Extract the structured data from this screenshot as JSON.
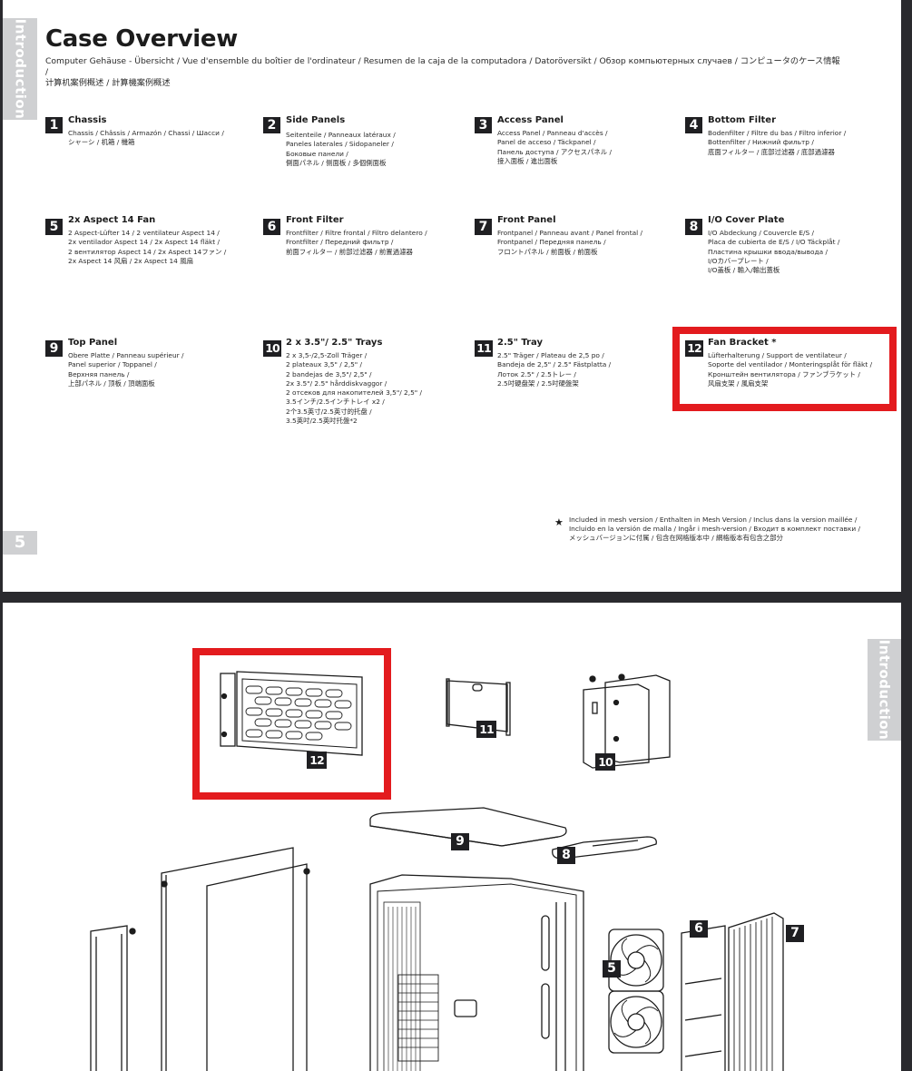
{
  "viewer": {
    "background_color": "#2a2a2e",
    "highlight_color": "#e31b1e"
  },
  "page5": {
    "side_tab": "Introduction",
    "page_number": "5",
    "title": "Case Overview",
    "subtitle_lines": [
      "Computer Gehäuse - Übersicht / Vue d'ensemble du boîtier de l'ordinateur / Resumen de la caja de la computadora / Datoröversikt / Обзор компьютерных случаев / コンピュータのケース情報 /",
      "计算机案例概述 / 計算機案例概述"
    ],
    "parts": [
      {
        "number": "1",
        "name": "Chassis",
        "translations": [
          "Chassis / Châssis / Armazón / Chassi / Шасси /",
          "シャーシ / 机箱 / 機箱"
        ]
      },
      {
        "number": "2",
        "name": "Side Panels",
        "translations": [
          "Seitenteile / Panneaux latéraux /",
          "Paneles laterales / Sidopaneler /",
          "Боковые панели /",
          "側面パネル / 侧面板 / 多個側面板"
        ]
      },
      {
        "number": "3",
        "name": "Access Panel",
        "translations": [
          "Access Panel / Panneau d'accès /",
          "Panel de acceso / Täckpanel /",
          "Панель доступа / アクセスパネル /",
          "接入面板 / 進出面板"
        ]
      },
      {
        "number": "4",
        "name": "Bottom Filter",
        "translations": [
          "Bodenfilter / Filtre du bas / Filtro inferior /",
          "Bottenfilter / Нижний фильтр /",
          "底面フィルター / 底部过滤器 / 底部過濾器"
        ]
      },
      {
        "number": "5",
        "name": "2x Aspect 14 Fan",
        "translations": [
          "2 Aspect-Lüfter 14 / 2 ventilateur Aspect 14 /",
          "2x ventilador Aspect 14 / 2x Aspect 14 fläkt /",
          "2 вентилятор Aspect 14 / 2x Aspect 14ファン /",
          "2x Aspect 14 风扇 / 2x Aspect 14 風扇"
        ]
      },
      {
        "number": "6",
        "name": "Front Filter",
        "translations": [
          "Frontfilter / Filtre frontal / Filtro delantero /",
          "Frontfilter / Передний фильтр /",
          "前面フィルター / 前部过滤器 / 前置過濾器"
        ]
      },
      {
        "number": "7",
        "name": "Front Panel",
        "translations": [
          "Frontpanel / Panneau avant / Panel frontal /",
          "Frontpanel / Передняя панель /",
          "フロントパネル / 前面板 / 前面板"
        ]
      },
      {
        "number": "8",
        "name": "I/O Cover Plate",
        "translations": [
          "I/O Abdeckung / Couvercle E/S /",
          "Placa de cubierta de E/S / I/O Täckplåt /",
          "Пластина крышки ввода/вывода /",
          "I/Oカバープレート /",
          "I/O盖板 / 輸入/輸出蓋板"
        ]
      },
      {
        "number": "9",
        "name": "Top Panel",
        "translations": [
          "Obere Platte / Panneau supérieur /",
          "Panel superior / Toppanel /",
          "Верхняя панель /",
          "上部パネル / 顶板 / 頂端面板"
        ]
      },
      {
        "number": "10",
        "name": "2 x 3.5\"/ 2.5\" Trays",
        "translations": [
          "2 x 3,5-/2,5-Zoll Träger /",
          "2 plateaux 3,5\" / 2,5\" /",
          "2 bandejas de 3,5\"/ 2,5\" /",
          "2x 3.5\"/ 2.5\" hårddiskvaggor /",
          "2 отсеков для накопителей 3,5\"/ 2,5\" /",
          "3.5インチ/2.5インチトレイ x2 /",
          "2个3.5英寸/2.5英寸的托盘 /",
          "3.5英吋/2.5英吋托盤*2"
        ]
      },
      {
        "number": "11",
        "name": "2.5\" Tray",
        "translations": [
          "2.5\" Träger / Plateau de 2,5 po /",
          "Bandeja de 2,5\" / 2.5\" Fästplatta /",
          "Лоток 2.5\" / 2.5トレー /",
          "2.5吋硬盘架 / 2.5吋硬盤架"
        ]
      },
      {
        "number": "12",
        "name": "Fan Bracket *",
        "translations": [
          "Lüfterhalterung / Support de ventilateur /",
          "Soporte del ventilador / Monteringsplåt för fläkt /",
          "Кронштейн вентилятора / ファンブラケット /",
          "风扇支架 / 風扇支架"
        ],
        "highlighted": true
      }
    ],
    "footnote": {
      "marker": "★",
      "lines": [
        "Included in mesh version / Enthalten in Mesh Version / Inclus dans la version maillée /",
        "Incluido en la versión de malla / Ingår i mesh-version / Входит в комплект поставки /",
        "メッシュバージョンに付属 / 包含在网格版本中 / 網格版本有包含之部分"
      ]
    }
  },
  "page6": {
    "side_tab": "Introduction",
    "callouts": [
      "12",
      "11",
      "10",
      "9",
      "8",
      "5",
      "6",
      "7"
    ],
    "highlighted_callout": "12"
  }
}
